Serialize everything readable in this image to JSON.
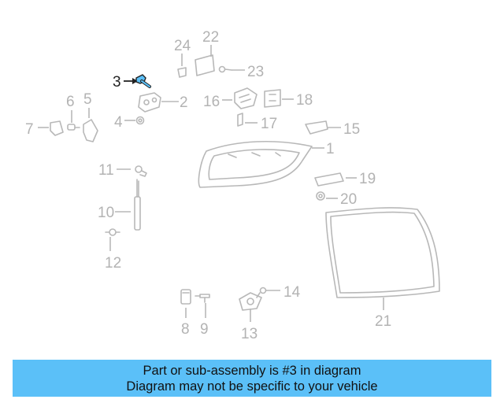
{
  "diagram": {
    "highlight_color": "#5bc0f8",
    "callouts": [
      {
        "id": "1",
        "text": "1"
      },
      {
        "id": "2",
        "text": "2"
      },
      {
        "id": "3",
        "text": "3"
      },
      {
        "id": "4",
        "text": "4"
      },
      {
        "id": "5",
        "text": "5"
      },
      {
        "id": "6",
        "text": "6"
      },
      {
        "id": "7",
        "text": "7"
      },
      {
        "id": "8",
        "text": "8"
      },
      {
        "id": "9",
        "text": "9"
      },
      {
        "id": "10",
        "text": "10"
      },
      {
        "id": "11",
        "text": "11"
      },
      {
        "id": "12",
        "text": "12"
      },
      {
        "id": "13",
        "text": "13"
      },
      {
        "id": "14",
        "text": "14"
      },
      {
        "id": "15",
        "text": "15"
      },
      {
        "id": "16",
        "text": "16"
      },
      {
        "id": "17",
        "text": "17"
      },
      {
        "id": "18",
        "text": "18"
      },
      {
        "id": "19",
        "text": "19"
      },
      {
        "id": "20",
        "text": "20"
      },
      {
        "id": "21",
        "text": "21"
      },
      {
        "id": "22",
        "text": "22"
      },
      {
        "id": "23",
        "text": "23"
      },
      {
        "id": "24",
        "text": "24"
      }
    ]
  },
  "banner": {
    "line1": "Part or sub-assembly is #3 in diagram",
    "line2": "Diagram may not be specific to your vehicle",
    "background": "#5bc0f8"
  }
}
